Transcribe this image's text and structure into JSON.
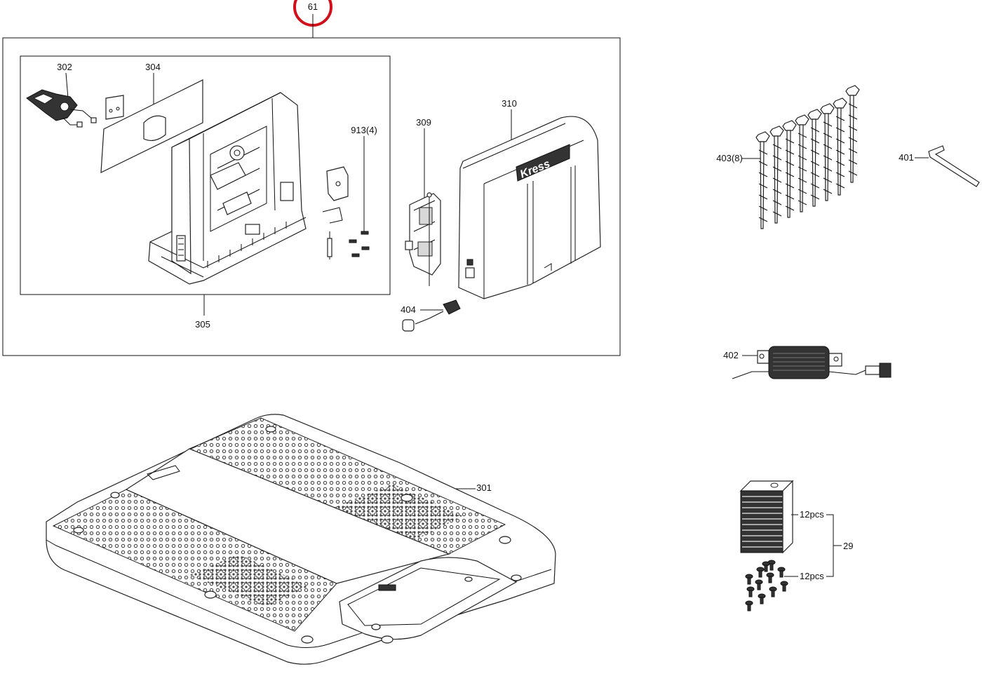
{
  "highlight_color": "#d0101a",
  "labels": {
    "l61": "61",
    "l302": "302",
    "l304": "304",
    "l305": "305",
    "l309": "309",
    "l310": "310",
    "l913": "913(4)",
    "l404": "404",
    "l403": "403(8)",
    "l401": "401",
    "l402": "402",
    "l301": "301",
    "l12a": "12pcs",
    "l12b": "12pcs",
    "l29": "29"
  },
  "brand_logo": "Kress"
}
